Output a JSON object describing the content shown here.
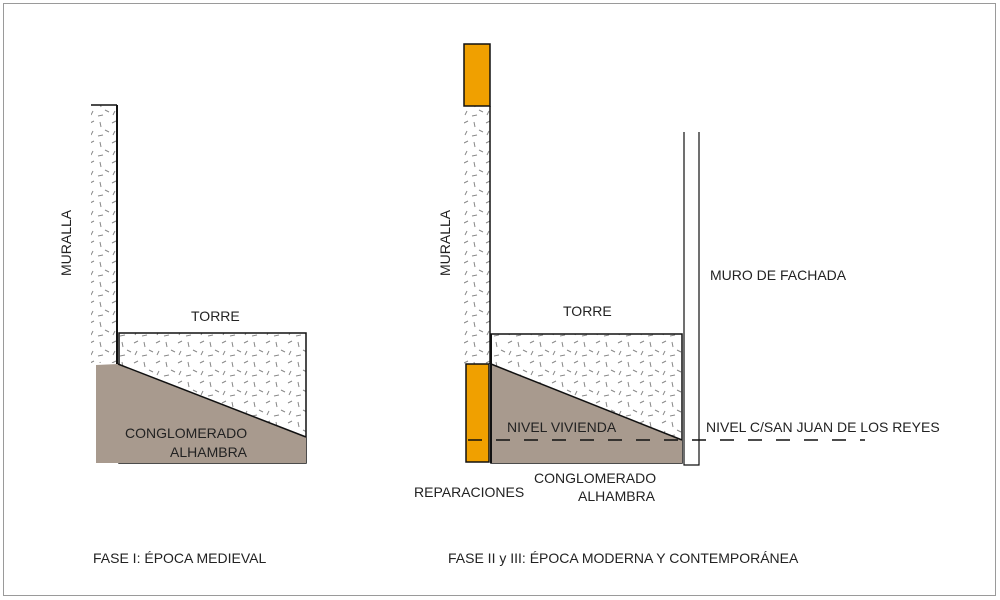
{
  "colors": {
    "conglomerado": "#a89a8e",
    "reparaciones": "#f0a000",
    "line": "#111111",
    "stipple": "#888888"
  },
  "phase1": {
    "caption": "FASE I: ÉPOCA MEDIEVAL",
    "muralla": "MURALLA",
    "torre": "TORRE",
    "conglomerado_1": "CONGLOMERADO",
    "conglomerado_2": "ALHAMBRA"
  },
  "phase2": {
    "caption": "FASE II y III: ÉPOCA MODERNA Y CONTEMPORÁNEA",
    "muralla": "MURALLA",
    "torre": "TORRE",
    "muro_fachada": "MURO DE FACHADA",
    "nivel_vivienda": "NIVEL VIVIENDA",
    "nivel_calle": "NIVEL C/SAN JUAN DE LOS REYES",
    "reparaciones": "REPARACIONES",
    "conglomerado_1": "CONGLOMERADO",
    "conglomerado_2": "ALHAMBRA"
  }
}
